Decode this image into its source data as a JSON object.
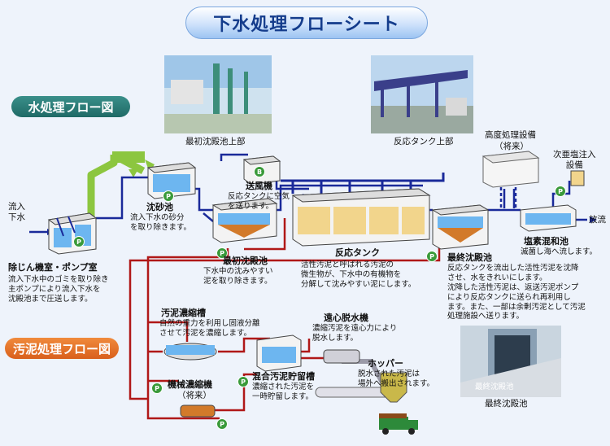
{
  "title": "下水処理フローシート",
  "badges": {
    "water": "水処理フロー図",
    "sludge": "汚泥処理フロー図"
  },
  "photos": {
    "primary_top": "最初沈殿池上部",
    "reactor_top": "反応タンク上部",
    "final": "最終沈殿池",
    "final_overlay": "最終沈殿池"
  },
  "labels": {
    "inflow": "流入\n下水",
    "discharge": "放流",
    "screen_pump": "除じん機室・ポンプ室",
    "screen_pump_desc": "流入下水中のゴミを取り除き\n主ポンプにより流入下水を\n沈殿池まで圧送します。",
    "grit": "沈砂池",
    "grit_desc": "流入下水の砂分\nを取り除きます。",
    "blower": "送風機",
    "blower_desc": "反応タンクに空気\nを送ります。",
    "primary": "最初沈殿池",
    "primary_desc": "下水中の沈みやすい\n泥を取り除きます。",
    "reactor": "反応タンク",
    "reactor_desc": "活性汚泥と呼ばれる汚泥の\n微生物が、下水中の有機物を\n分解して沈みやすい泥にします。",
    "final": "最終沈殿池",
    "final_desc": "反応タンクを流出した活性汚泥を沈降\nさせ、水をきれいにします。\n沈降した活性汚泥は、返送汚泥ポンプ\nにより反応タンクに送られ再利用し\nます。また、一部は余剰汚泥として汚泥\n処理施設へ送ります。",
    "advanced": "高度処理設備",
    "advanced_sub": "（将来）",
    "hypo": "次亜塩注入\n設備",
    "chlorine": "塩素混和池",
    "chlorine_desc": "滅菌し海へ流します。",
    "gravity": "汚泥濃縮槽",
    "gravity_desc": "自然の重力を利用し固液分離\nさせて汚泥を濃縮します。",
    "mech": "機械濃縮機",
    "mech_sub": "（将来）",
    "mixed": "混合汚泥貯留槽",
    "mixed_desc": "濃縮された汚泥を\n一時貯留します。",
    "centrifuge": "遠心脱水機",
    "centrifuge_desc": "濃縮汚泥を遠心力により\n脱水します。",
    "hopper": "ホッパー",
    "hopper_desc": "脱水された汚泥は\n場外へ搬出されます。",
    "pump_mark": "P",
    "blower_mark": "B"
  },
  "colors": {
    "water_line": "#1a2a9a",
    "sludge_line": "#b01818",
    "sludge_pipe": "#9a9aa8",
    "pipe_green": "#8cc63f",
    "tank_face": "#f3f3f3",
    "water": "#6db6f0"
  }
}
